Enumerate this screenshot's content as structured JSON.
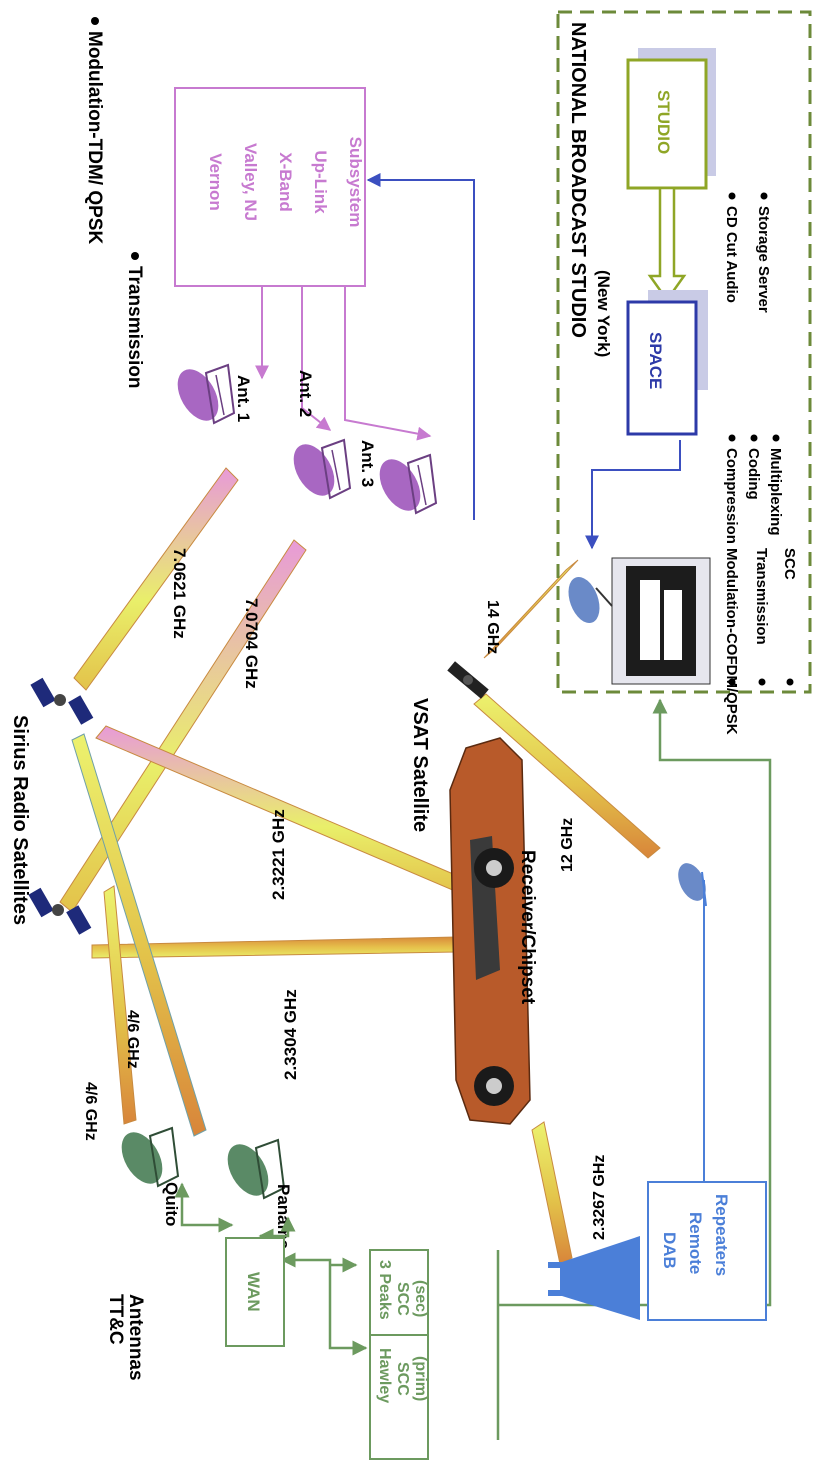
{
  "colors": {
    "purple": "#c77ad0",
    "green": "#6c9a5f",
    "blue": "#4b7fd8",
    "navy": "#2d3aa8",
    "olive": "#8fa626",
    "studio_border": "#5e7a2a",
    "dish_purple": "#a867c2",
    "dish_green": "#5a8a66",
    "beam_yellow": "#e9ef6a",
    "beam_orange": "#d98a3a",
    "beam_pink": "#e59bd9",
    "car": "#b85a2a"
  },
  "top": {
    "bullets": [
      "Modulation-TDM/ QPSK",
      "Transmission"
    ]
  },
  "uplink": {
    "lines": [
      "Vernon",
      "Valley, NJ",
      "X-Band",
      "Up-Link",
      "Subsystem"
    ]
  },
  "studio": {
    "title": "NATIONAL BROADCAST STUDIO",
    "subtitle": "(New York)",
    "studio_label": "STUDIO",
    "space_label": "SPACE",
    "bullets_left": [
      "Compression",
      "Coding",
      "Multiplexing"
    ],
    "bullets_right": [
      "CD Cut Audio",
      "Storage Server"
    ],
    "bottom_bullets": [
      "Modulation-COFDM/QPSK",
      "Transmission",
      "SCC"
    ]
  },
  "antennas": [
    "Ant. 1",
    "Ant. 2",
    "Ant. 3"
  ],
  "frequencies": {
    "f1": "7.0621 GHz",
    "f2": "7.0704 GHz",
    "f3": "2.3221 GHz",
    "f4": "2.3304 GHz",
    "f5": "4/6 GHz",
    "f6": "4/6 GHz",
    "f7": "14 GHz",
    "f8": "12 GHz",
    "f9": "2.3267 GHz"
  },
  "labels": {
    "sirius": "Sirius Radio Satellites",
    "vsat": "VSAT Satellite",
    "receiver": "Receiver/Chipset",
    "ttc": [
      "TT&C",
      "Antennas"
    ],
    "quito": "Quito",
    "panama": "Panama"
  },
  "boxes": {
    "wan": "WAN",
    "hawley": [
      "Hawley",
      "SCC",
      "(prim)"
    ],
    "peaks": [
      "3 Peaks",
      "SCC",
      "(sec)"
    ],
    "dab": [
      "DAB",
      "Remote",
      "Repeaters"
    ]
  }
}
